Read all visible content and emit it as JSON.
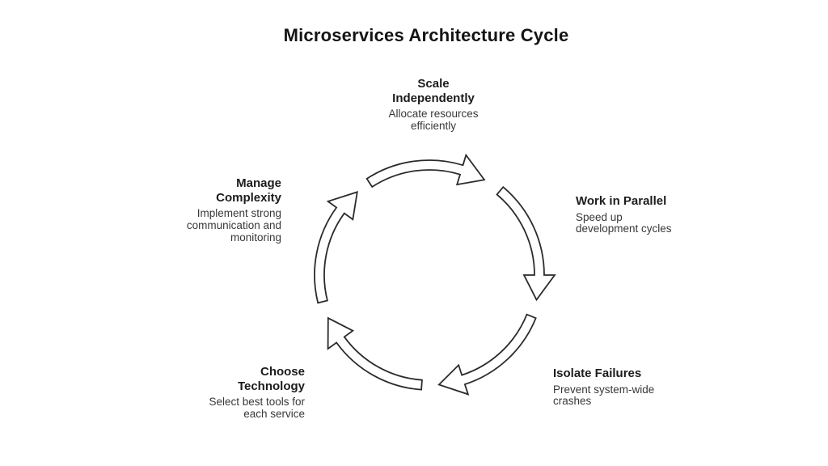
{
  "title": "Microservices Architecture Cycle",
  "diagram": {
    "type": "cycle",
    "direction": "clockwise",
    "segment_count": 5,
    "arrow_fill": "#ffffff",
    "arrow_stroke": "#2b2b2b",
    "stages": [
      {
        "position": "top",
        "title": "Scale\nIndependently",
        "description": "Allocate resources\nefficiently"
      },
      {
        "position": "right",
        "title": "Work in Parallel",
        "description": "Speed up\ndevelopment cycles"
      },
      {
        "position": "bottom-right",
        "title": "Isolate Failures",
        "description": "Prevent system-wide\ncrashes"
      },
      {
        "position": "bottom-left",
        "title": "Choose\nTechnology",
        "description": "Select best tools for\neach service"
      },
      {
        "position": "left",
        "title": "Manage\nComplexity",
        "description": "Implement strong\ncommunication and\nmonitoring"
      }
    ]
  },
  "colors": {
    "background": "#ffffff",
    "title_text": "#141414",
    "heading_text": "#1c1c1c",
    "description_text": "#383838"
  }
}
